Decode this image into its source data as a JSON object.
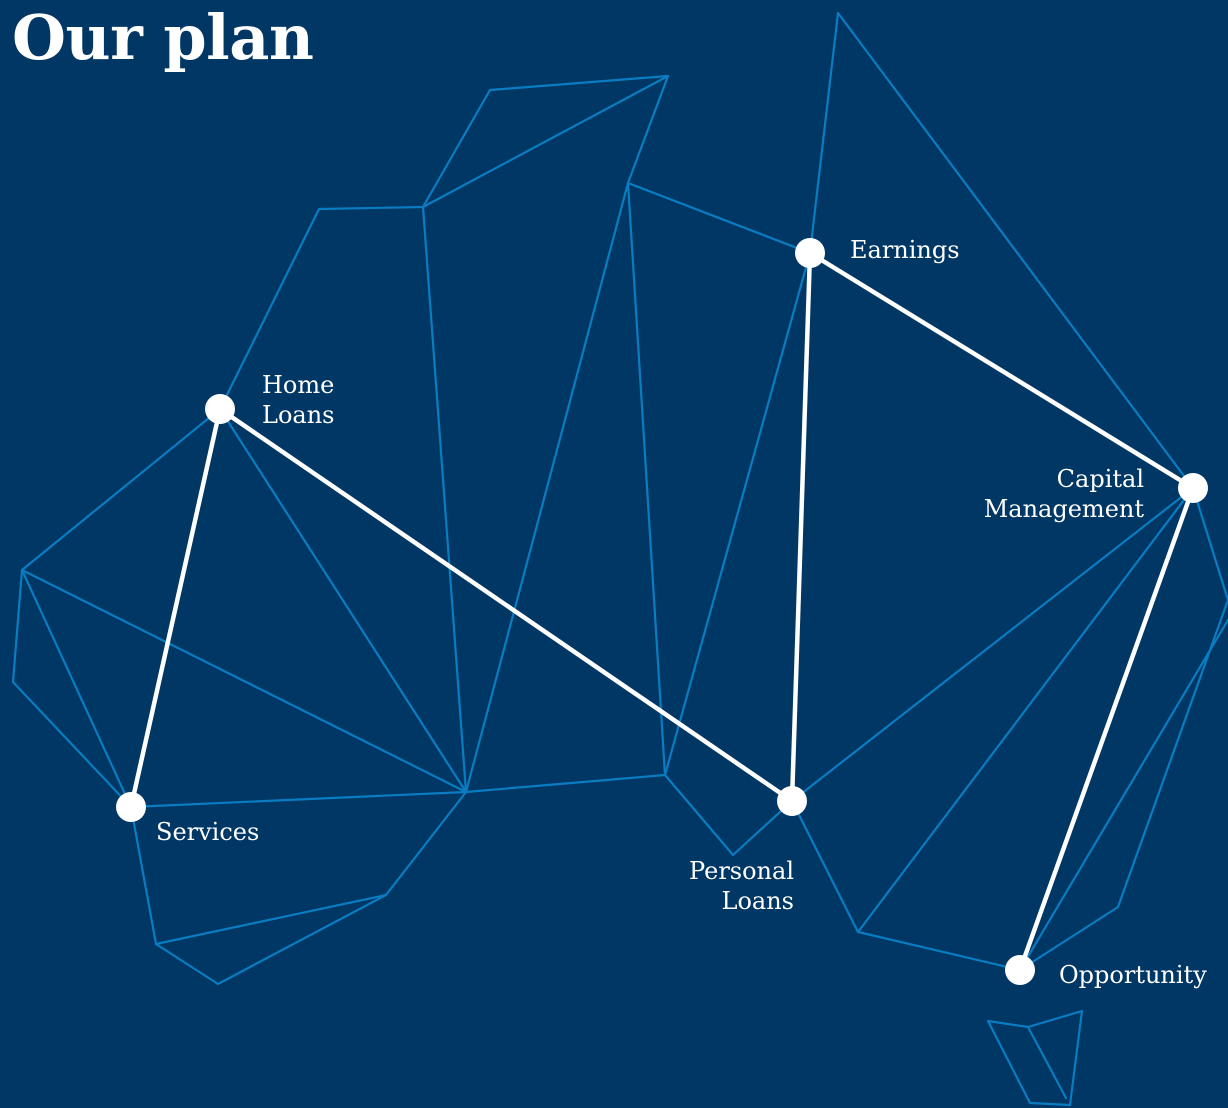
{
  "title": "Our plan",
  "colors": {
    "background": "#003764",
    "mesh_lines": "#0A7CC1",
    "plan_path": "#FFFFFF",
    "nodes": "#FFFFFF"
  },
  "nodes": {
    "home_loans": {
      "line1": "Home",
      "line2": "Loans"
    },
    "services": {
      "label": "Services"
    },
    "earnings": {
      "label": "Earnings"
    },
    "capital_management": {
      "line1": "Capital",
      "line2": "Management"
    },
    "personal_loans": {
      "line1": "Personal",
      "line2": "Loans"
    },
    "opportunity": {
      "label": "Opportunity"
    }
  },
  "path_order": [
    "Services",
    "Home Loans",
    "Personal Loans",
    "Earnings",
    "Capital Management",
    "Opportunity"
  ]
}
